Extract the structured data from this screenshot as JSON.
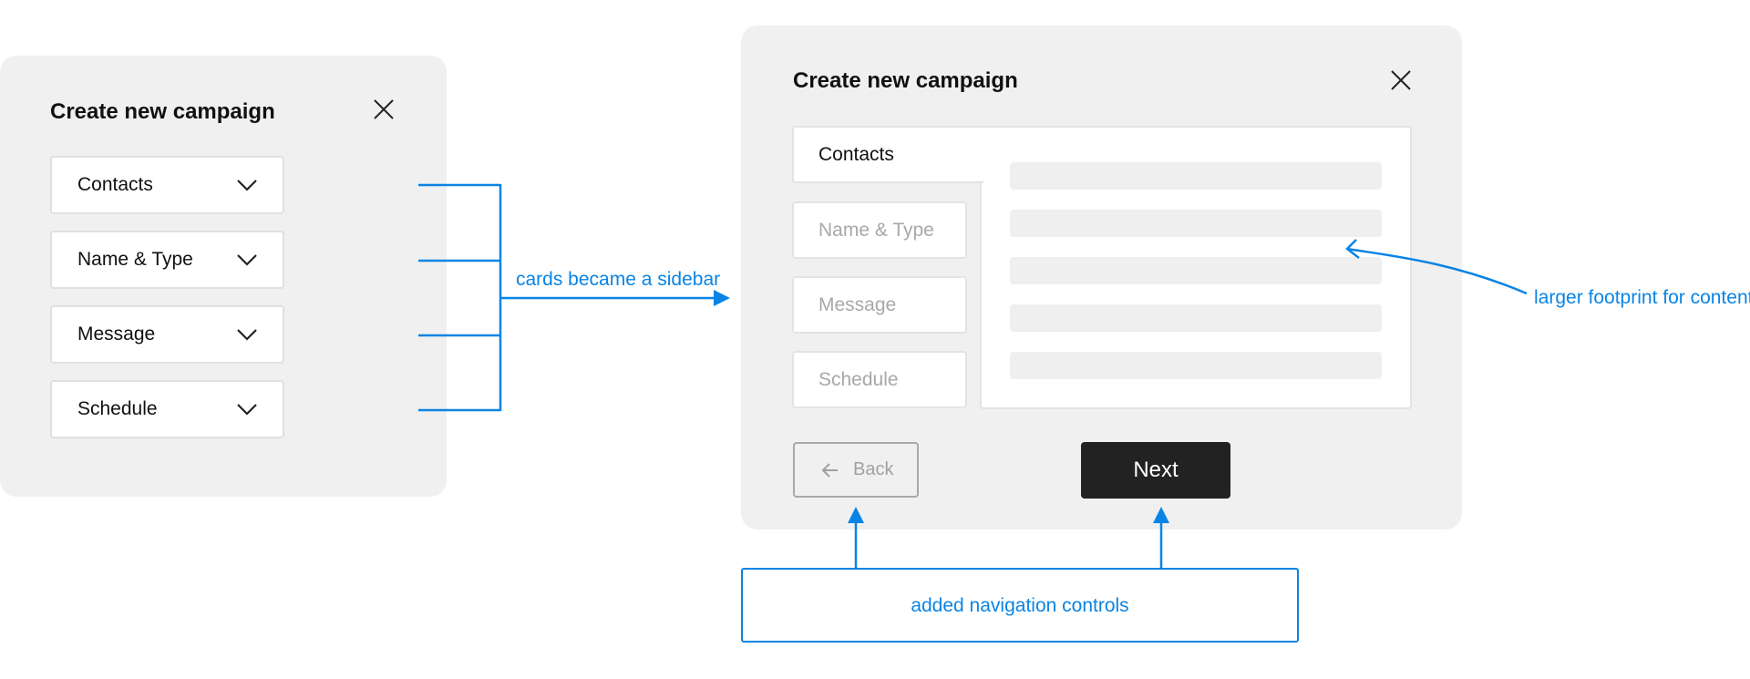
{
  "before": {
    "title": "Create new campaign",
    "close_icon": "close-icon",
    "cards": [
      {
        "label": "Contacts",
        "icon": "chevron-down-icon"
      },
      {
        "label": "Name & Type",
        "icon": "chevron-down-icon"
      },
      {
        "label": "Message",
        "icon": "chevron-down-icon"
      },
      {
        "label": "Schedule",
        "icon": "chevron-down-icon"
      }
    ]
  },
  "after": {
    "title": "Create new campaign",
    "close_icon": "close-icon",
    "steps": [
      {
        "label": "Contacts",
        "active": true
      },
      {
        "label": "Name & Type",
        "active": false
      },
      {
        "label": "Message",
        "active": false
      },
      {
        "label": "Schedule",
        "active": false
      }
    ],
    "back_label": "Back",
    "back_icon": "arrow-left-icon",
    "next_label": "Next"
  },
  "annotations": {
    "sidebar_note": "cards became a sidebar",
    "content_note": "larger footprint for content",
    "nav_note": "added navigation controls"
  },
  "colors": {
    "annotation": "#0a84e4",
    "panel_bg": "#f0f0f0",
    "next_button": "#222222",
    "placeholder": "#efefef"
  }
}
